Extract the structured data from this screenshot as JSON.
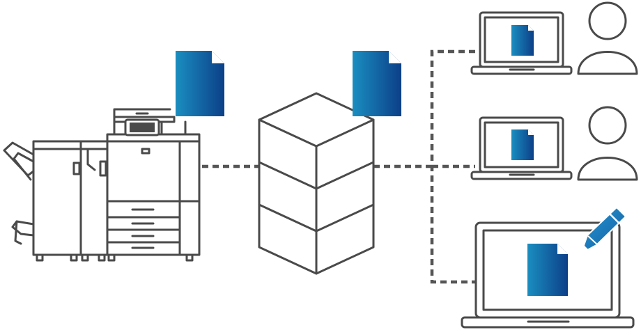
{
  "diagram": {
    "nodes": [
      {
        "name": "multifunction-printer",
        "icon": "printer-icon",
        "label": ""
      },
      {
        "name": "server",
        "icon": "server-stack-icon",
        "label": ""
      },
      {
        "name": "user-1",
        "icon": "laptop-user-icon",
        "label": ""
      },
      {
        "name": "user-2",
        "icon": "laptop-user-icon",
        "label": ""
      },
      {
        "name": "editor",
        "icon": "laptop-edit-icon",
        "label": ""
      }
    ],
    "connections": [
      {
        "from": "multifunction-printer",
        "to": "server",
        "style": "dashed"
      },
      {
        "from": "server",
        "to": "user-1",
        "style": "dashed"
      },
      {
        "from": "server",
        "to": "user-2",
        "style": "dashed"
      },
      {
        "from": "server",
        "to": "editor",
        "style": "dashed"
      }
    ],
    "document_icons": [
      "printer",
      "server",
      "laptop-1",
      "laptop-2",
      "laptop-3"
    ],
    "colors": {
      "line": "#4a4a4a",
      "doc_gradient_start": "#1a8ec0",
      "doc_gradient_end": "#0c3f88",
      "pen_blue": "#1f7fbf"
    }
  }
}
